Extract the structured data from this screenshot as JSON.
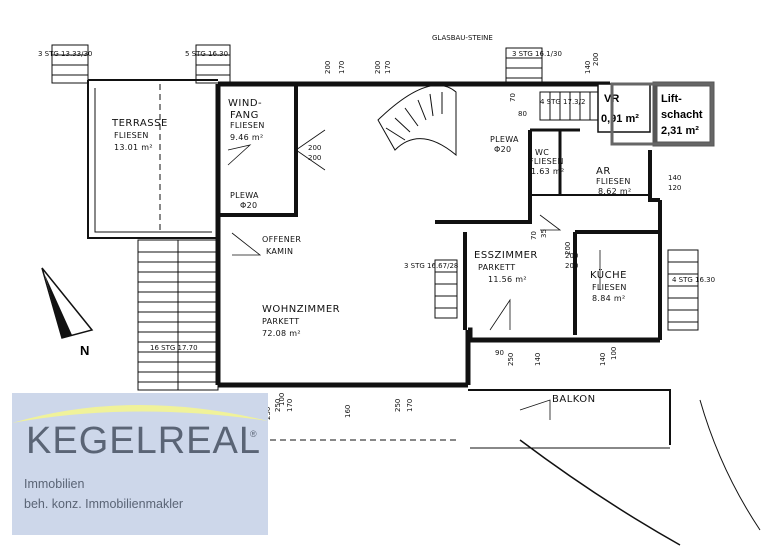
{
  "rooms": {
    "terrasse": {
      "name": "TERRASSE",
      "floor": "FLIESEN",
      "area": "13.01 m²"
    },
    "windfang": {
      "name1": "WIND-",
      "name2": "FANG",
      "floor": "FLIESEN",
      "area": "9.46 m²"
    },
    "wohnzimmer": {
      "name": "WOHNZIMMER",
      "floor": "PARKETT",
      "area": "72.08 m²"
    },
    "esszimmer": {
      "name": "ESSZIMMER",
      "floor": "PARKETT",
      "area": "11.56 m²"
    },
    "kueche": {
      "name": "KÜCHE",
      "floor": "FLIESEN",
      "area": "8.84 m²"
    },
    "ar": {
      "name": "AR",
      "floor": "FLIESEN",
      "area": "8.62 m²"
    },
    "wc": {
      "name": "WC",
      "floor": "FLIESEN",
      "area": "1.63 m²"
    },
    "balkon": {
      "name": "BALKON"
    },
    "kamin": {
      "line1": "OFFENER",
      "line2": "KAMIN"
    },
    "plewa1": {
      "line1": "PLEWA",
      "line2": "Φ20"
    },
    "plewa2": {
      "line1": "PLEWA",
      "line2": "Φ20"
    }
  },
  "boxes": {
    "vr": {
      "label": "VR",
      "area": "0,91 m²"
    },
    "lift": {
      "label1": "Lift-",
      "label2": "schacht",
      "area": "2,31 m²"
    }
  },
  "stairs": {
    "top_left": "3 STG 13.33/30",
    "top_mid": "5 STG 16.30",
    "top_right": "3 STG 16.1/30",
    "right_mid": "4 STG 17.3/2",
    "dining": "3 STG 16.67/28",
    "left_lower": "16 STG 17.70",
    "right_lower": "4 STG 16.30",
    "glasbau": "GLASBAU-STEINE"
  },
  "dims": [
    "200",
    "170",
    "200",
    "170",
    "200",
    "200",
    "70",
    "200",
    "200",
    "70",
    "200",
    "140",
    "90",
    "250",
    "140",
    "140",
    "250",
    "170",
    "250",
    "170",
    "120",
    "140",
    "160",
    "100",
    "160",
    "35",
    "200",
    "80",
    "250",
    "100"
  ],
  "north": "N",
  "logo": {
    "brand": "KEGELREAL",
    "registered": "®",
    "line1": "Immobilien",
    "line2": "beh. konz. Immobilienmakler"
  }
}
